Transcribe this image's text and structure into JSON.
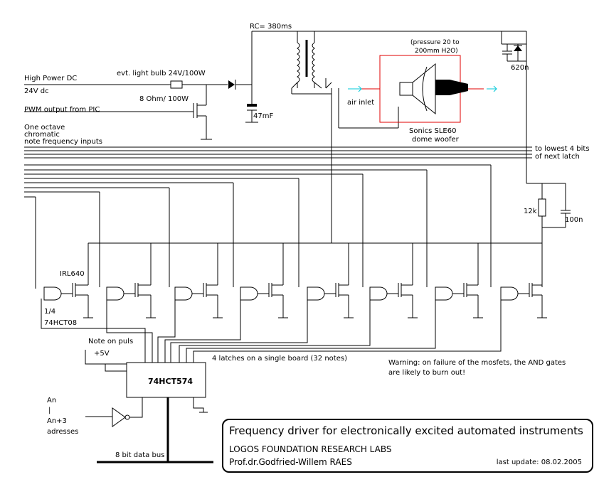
{
  "labels": {
    "rc": "RC= 380ms",
    "pressure": "(pressure 20 to 200mm H2O)",
    "pressure_l1": "(pressure 20 to",
    "pressure_l2": "200mm H2O)",
    "cap620": "620n",
    "high_power": "High Power DC",
    "v24": "24V dc",
    "bulb": "evt. light bulb 24V/100W",
    "ohm": "8 Ohm/ 100W",
    "pwm": "PWM output from PIC",
    "air_inlet": "air inlet",
    "cap47": "47mF",
    "sonics_l1": "Sonics SLE60",
    "sonics_l2": "dome woofer",
    "oct_l1": "One octave",
    "oct_l2": "chromatic",
    "oct_l3": "note frequency inputs",
    "lowest_l1": "to lowest 4 bits",
    "lowest_l2": "of next latch",
    "r12k": "12k",
    "c100n": "100n",
    "irl": "IRL640",
    "quarter": "1/4",
    "hct08": "74HCT08",
    "note_on": "Note on puls",
    "v5": "+5V",
    "latches": "4 latches on a single board (32 notes)",
    "warn_l1": "Warning: on failure of the mosfets, the AND gates",
    "warn_l2": "are likely to burn out!",
    "chip": "74HCT574",
    "an": "An",
    "bar": "|",
    "an3": "An+3",
    "adresses": "adresses",
    "bus": "8 bit data bus"
  },
  "title_box": {
    "title": "Frequency driver for electronically excited automated instruments",
    "org": "LOGOS FOUNDATION RESEARCH LABS",
    "author": "Prof.dr.Godfried-Willem RAES",
    "updated": "last update: 08.02.2005"
  },
  "colors": {
    "wire": "#000000",
    "woofer_box": "#e00000",
    "air_arrow": "#00c8d8"
  }
}
